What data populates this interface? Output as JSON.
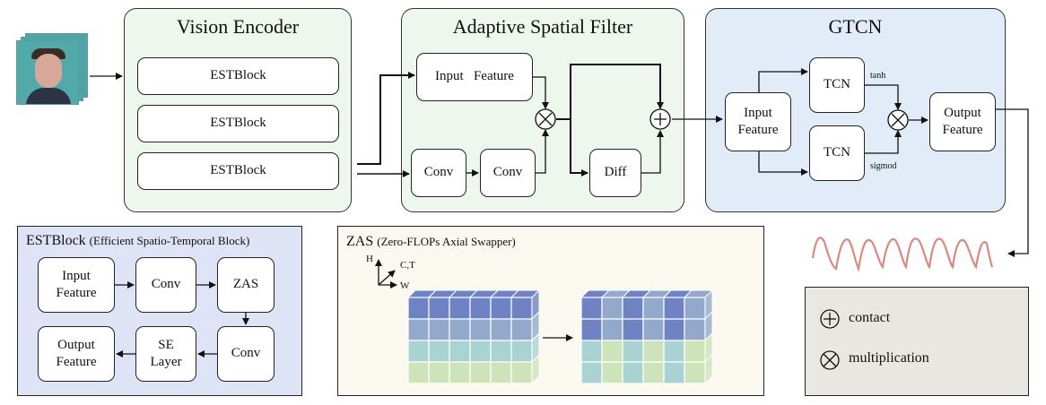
{
  "encoder": {
    "title": "Vision Encoder",
    "blocks": [
      "ESTBlock",
      "ESTBlock",
      "ESTBlock"
    ]
  },
  "asf": {
    "title": "Adaptive Spatial Filter",
    "input": "Input   Feature",
    "conv1": "Conv",
    "conv2": "Conv",
    "diff": "Diff"
  },
  "gtcn": {
    "title": "GTCN",
    "input": "Input\nFeature",
    "tcn_top": "TCN",
    "tcn_bottom": "TCN",
    "tanh": "tanh",
    "sigmod": "sigmod",
    "output": "Output\nFeature"
  },
  "estblock": {
    "title": "ESTBlock",
    "subtitle": "(Efficient Spatio-Temporal Block)",
    "input": "Input\nFeature",
    "conv1": "Conv",
    "zas": "ZAS",
    "conv2": "Conv",
    "se": "SE\nLayer",
    "output": "Output\nFeature"
  },
  "zas": {
    "title": "ZAS",
    "subtitle": "(Zero-FLOPs Axial Swapper)",
    "axis_h": "H",
    "axis_ct": "C,T",
    "axis_w": "W"
  },
  "legend": {
    "contact": "contact",
    "multiplication": "multiplication"
  },
  "colors": {
    "encoder_bg": "#edf7ee",
    "gtcn_bg": "#e2ecf8",
    "estblock_bg": "#dfe3f6",
    "zas_bg": "#fbf8ef",
    "legend_bg": "#e8e7e2",
    "signal": "#d98a7d"
  },
  "icons": [
    "face-image",
    "plus-icon",
    "times-icon",
    "signal-waveform"
  ]
}
